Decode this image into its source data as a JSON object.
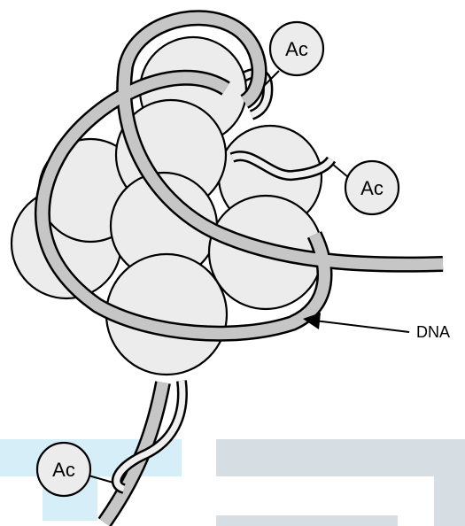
{
  "diagram": {
    "labels": {
      "dna": "DNA",
      "acetyl_tag_1": "Ac",
      "acetyl_tag_2": "Ac",
      "acetyl_tag_3": "Ac"
    },
    "colors": {
      "histone_fill": "#ececec",
      "dna_fill": "#c6c6c6",
      "outline": "#000000",
      "background_light_blue": "#d6eef7",
      "background_gray": "#d7dee3"
    }
  }
}
